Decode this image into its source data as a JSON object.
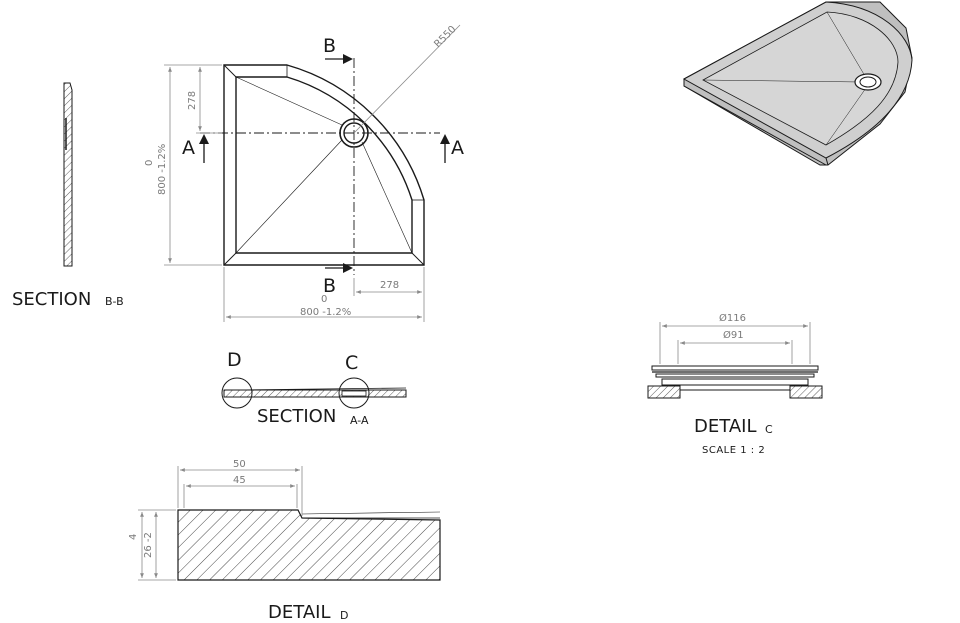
{
  "plan_view": {
    "dim_left_top": "278",
    "dim_left_zero": "0",
    "dim_left_total": "800 -1.2%",
    "dim_bottom_right": "278",
    "dim_bottom_zero": "0",
    "dim_bottom_total": "800 -1.2%",
    "radius": "R550",
    "cut_a_left": "A",
    "cut_a_right": "A",
    "cut_b_top": "B",
    "cut_b_bottom": "B"
  },
  "section_bb": {
    "title": "SECTION",
    "suffix": "B-B"
  },
  "section_aa": {
    "title": "SECTION",
    "suffix": "A-A",
    "detail_d": "D",
    "detail_c": "C"
  },
  "detail_c": {
    "title": "DETAIL",
    "suffix": "C",
    "scale": "SCALE 1 : 2",
    "dim_outer": "Ø116",
    "dim_inner": "Ø91"
  },
  "detail_d": {
    "title": "DETAIL",
    "suffix": "D",
    "dim_50": "50",
    "dim_45": "45",
    "dim_4": "4",
    "dim_26": "26 -2"
  }
}
